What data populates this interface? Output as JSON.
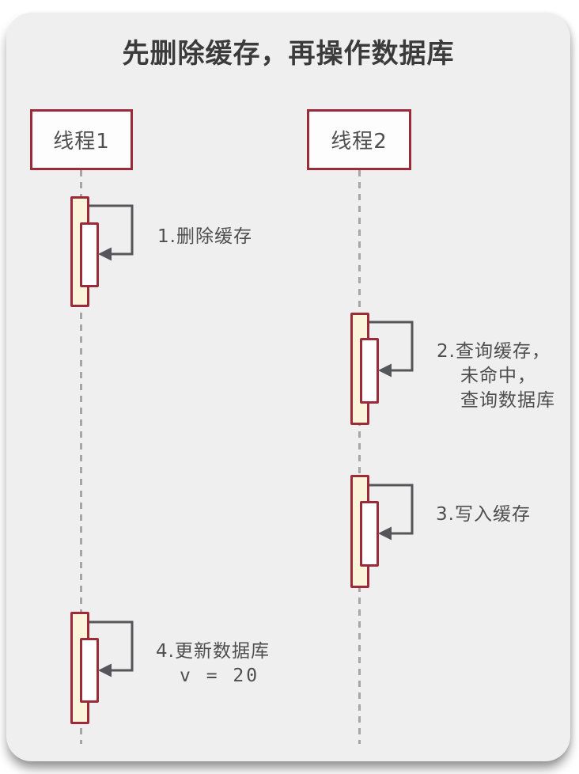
{
  "title": "先删除缓存，再操作数据库",
  "threads": [
    {
      "label": "线程1"
    },
    {
      "label": "线程2"
    }
  ],
  "steps": [
    {
      "lines": [
        "1.删除缓存"
      ]
    },
    {
      "lines": [
        "2.查询缓存，",
        "未命中，",
        "查询数据库"
      ]
    },
    {
      "lines": [
        "3.写入缓存"
      ]
    },
    {
      "lines": [
        "4.更新数据库",
        "v = 20"
      ]
    }
  ],
  "colors": {
    "accent_border": "#9c2b3a",
    "activation_fill": "#fbf4da",
    "inner_fill": "#fefefe",
    "arrow": "#55565a",
    "card_bg": "#f0efef",
    "label_text": "#4e4e4e",
    "title_text": "#3b3b3b",
    "lifeline": "#a6a6a6"
  }
}
